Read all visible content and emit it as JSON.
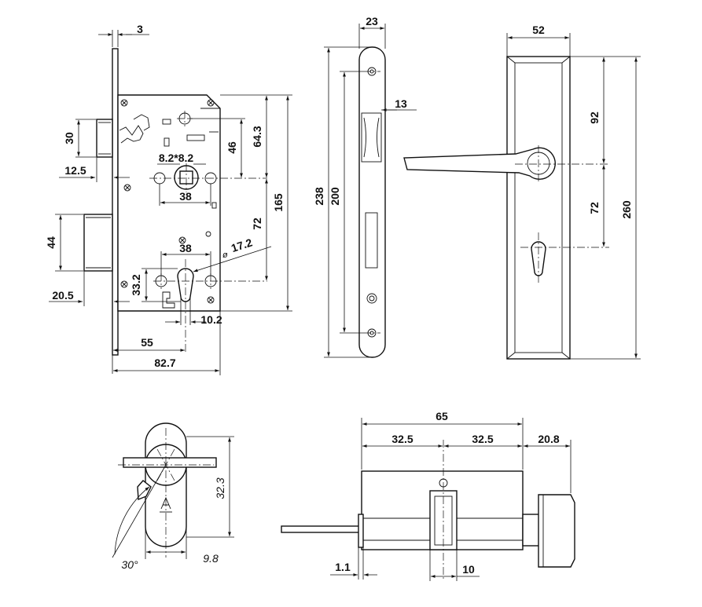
{
  "drawing": {
    "lock_body": {
      "faceplate_thickness": "3",
      "latch_height": "30",
      "latch_offset": "12.5",
      "spindle_square": "8.2*8.2",
      "screw_spacing_top": "38",
      "spindle_to_top_screw": "46",
      "spindle_to_top": "64.3",
      "body_height": "165",
      "spindle_to_cylinder": "72",
      "bolt_height": "44",
      "bolt_offset": "20.5",
      "screw_spacing_bottom": "38",
      "cylinder_hole_diameter": "17.2",
      "cylinder_center_height": "33.2",
      "cylinder_slot_width": "10.2",
      "backset": "55",
      "body_depth": "82.7"
    },
    "strike_plate": {
      "width": "23",
      "length": "238",
      "screw_spacing": "200",
      "cutout_width": "13"
    },
    "handle_plate": {
      "width": "52",
      "length": "260",
      "top_to_spindle": "92",
      "spindle_to_cylinder": "72"
    },
    "thumbturn_side": {
      "height": "32.3",
      "offset": "9.8",
      "angle": "30°"
    },
    "cylinder": {
      "length": "65",
      "half_left": "32.5",
      "half_right": "32.5",
      "knob_length": "20.8",
      "tail_offset": "1.1",
      "cam_width": "10"
    }
  }
}
